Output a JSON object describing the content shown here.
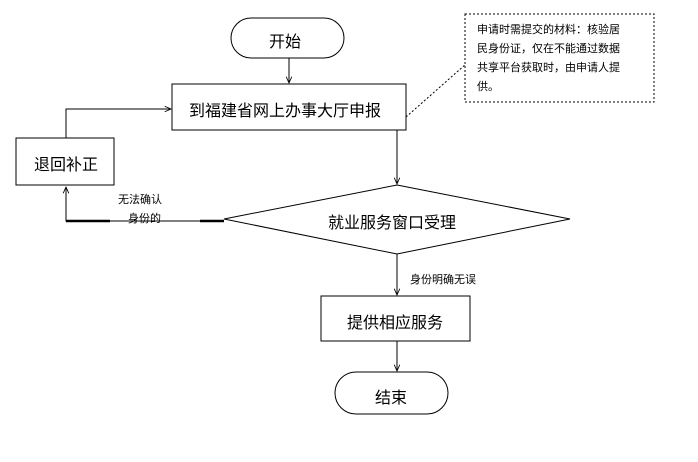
{
  "nodes": {
    "start": "开始",
    "apply": "到福建省网上办事大厅申报",
    "return": "退回补正",
    "accept": "就业服务窗口受理",
    "service": "提供相应服务",
    "end": "结束"
  },
  "edges": {
    "unable_line1": "无法确认",
    "unable_line2": "身份的",
    "confirmed": "身份明确无误"
  },
  "note": {
    "line1": "申请时需提交的材料：核验居",
    "line2": "民身份证，仅在不能通过数据",
    "line3": "共享平台获取时，由申请人提",
    "line4": "供。"
  }
}
